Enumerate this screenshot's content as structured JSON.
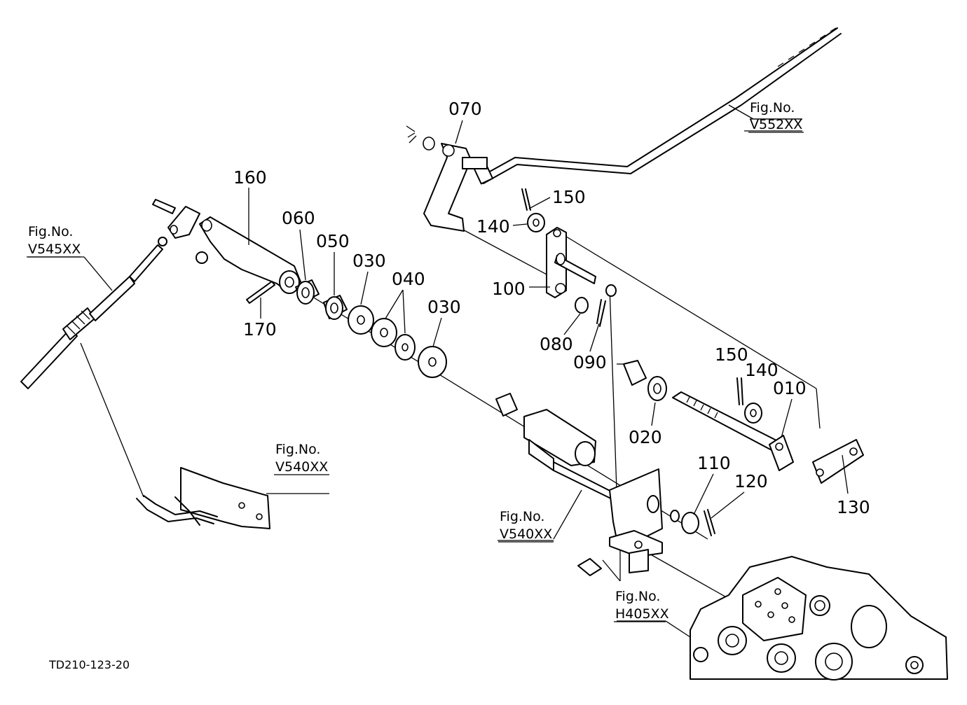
{
  "part_numbers": {
    "p010": "010",
    "p020": "020",
    "p030a": "030",
    "p030b": "030",
    "p040": "040",
    "p050": "050",
    "p060": "060",
    "p070": "070",
    "p080": "080",
    "p090": "090",
    "p100": "100",
    "p110": "110",
    "p120": "120",
    "p130": "130",
    "p140a": "140",
    "p140b": "140",
    "p150a": "150",
    "p150b": "150",
    "p160": "160",
    "p170": "170"
  },
  "figure_refs": {
    "label": "Fig.No.",
    "v552": "V552XX",
    "v545": "V545XX",
    "v540a": "V540XX",
    "v540b": "V540XX",
    "h405": "H405XX"
  },
  "drawing_code": "TD210-123-20"
}
